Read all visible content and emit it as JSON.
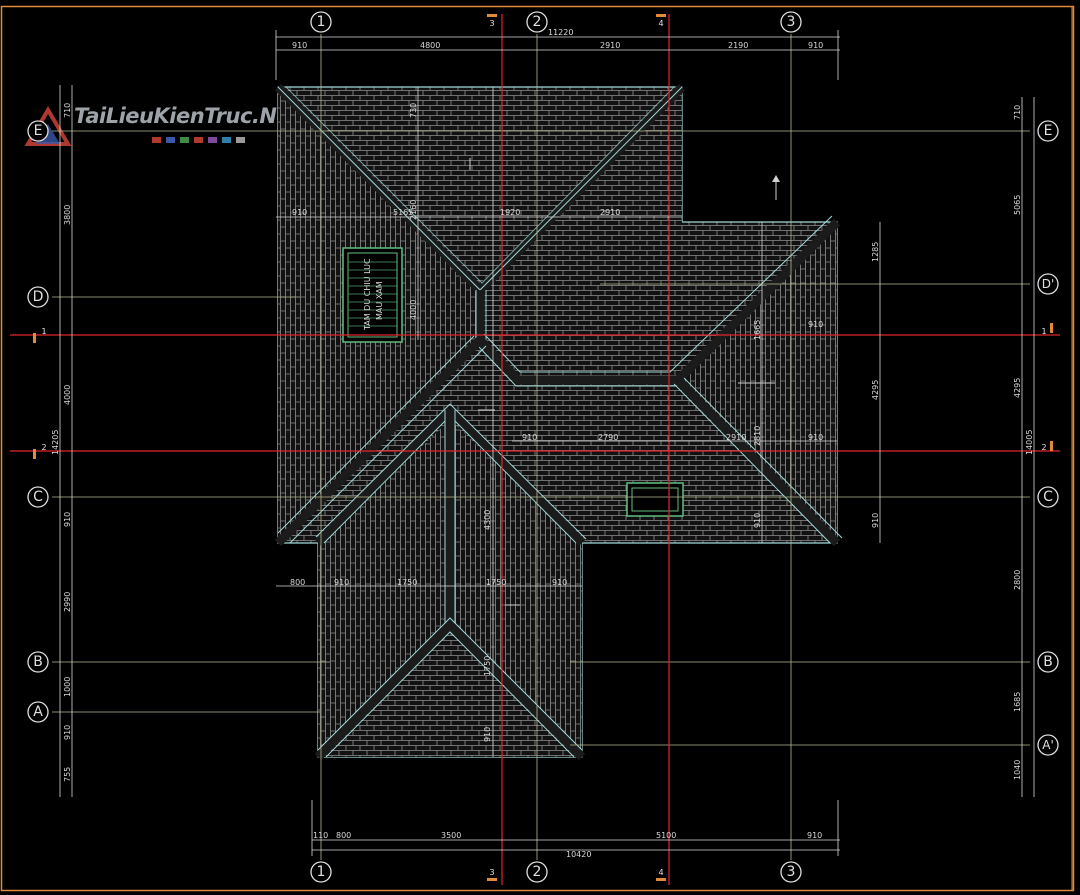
{
  "watermark": {
    "text": "TaiLieuKienTruc.Net",
    "dot_colors": [
      "#b0392f",
      "#3a57a8",
      "#3f8a46",
      "#b0392f",
      "#7c4a9c",
      "#2f7fa8",
      "#9a9a9a"
    ]
  },
  "axes": {
    "columns": [
      "1",
      "2",
      "3"
    ],
    "rows_left": [
      "E",
      "D",
      "C",
      "B",
      "A"
    ],
    "rows_right": [
      "E",
      "D'",
      "C",
      "B",
      "A'"
    ]
  },
  "section_marks": {
    "top": [
      "3",
      "4"
    ],
    "bottom": [
      "3",
      "4"
    ],
    "left": [
      "1",
      "2"
    ],
    "right": [
      "1",
      "2"
    ]
  },
  "dimensions": {
    "top_overall": "11220",
    "top_segments": [
      "910",
      "4800",
      "2910",
      "2190",
      "910"
    ],
    "bottom_overall": "10420",
    "bottom_segments": [
      "110",
      "800",
      "3500",
      "5100",
      "910"
    ],
    "left_overall": "14205",
    "left_segments": [
      "710",
      "3800",
      "4000",
      "910",
      "2990",
      "1000",
      "910",
      "755"
    ],
    "right_overall": "14005",
    "right_segments": [
      "710",
      "5065",
      "4295",
      "2800",
      "1685",
      "1040"
    ],
    "inner": {
      "upper_row": [
        "910",
        "5165",
        "1920",
        "2910"
      ],
      "mid_row": [
        "910",
        "2790",
        "2910",
        "910"
      ],
      "lower_row": [
        "800",
        "910",
        "1750",
        "1750",
        "910"
      ],
      "right_inner": [
        "1285",
        "4295",
        "910",
        "910"
      ],
      "vertical_center": [
        "4300",
        "1750",
        "910"
      ],
      "vertical_right": [
        "1665",
        "2810",
        "910"
      ],
      "left_inner": [
        "730",
        "2160",
        "4000"
      ]
    }
  },
  "skylight_label": [
    "TAM DU CHIU LUC",
    "MAU XAM"
  ],
  "colors": {
    "background": "#000000",
    "border": "#e08a3a",
    "grid_line": "#b8b890",
    "section_line": "#e0262b",
    "roof_outline": "#9fd8d8",
    "tile": "#8e8e8e",
    "dimension": "#d8d8d8"
  }
}
